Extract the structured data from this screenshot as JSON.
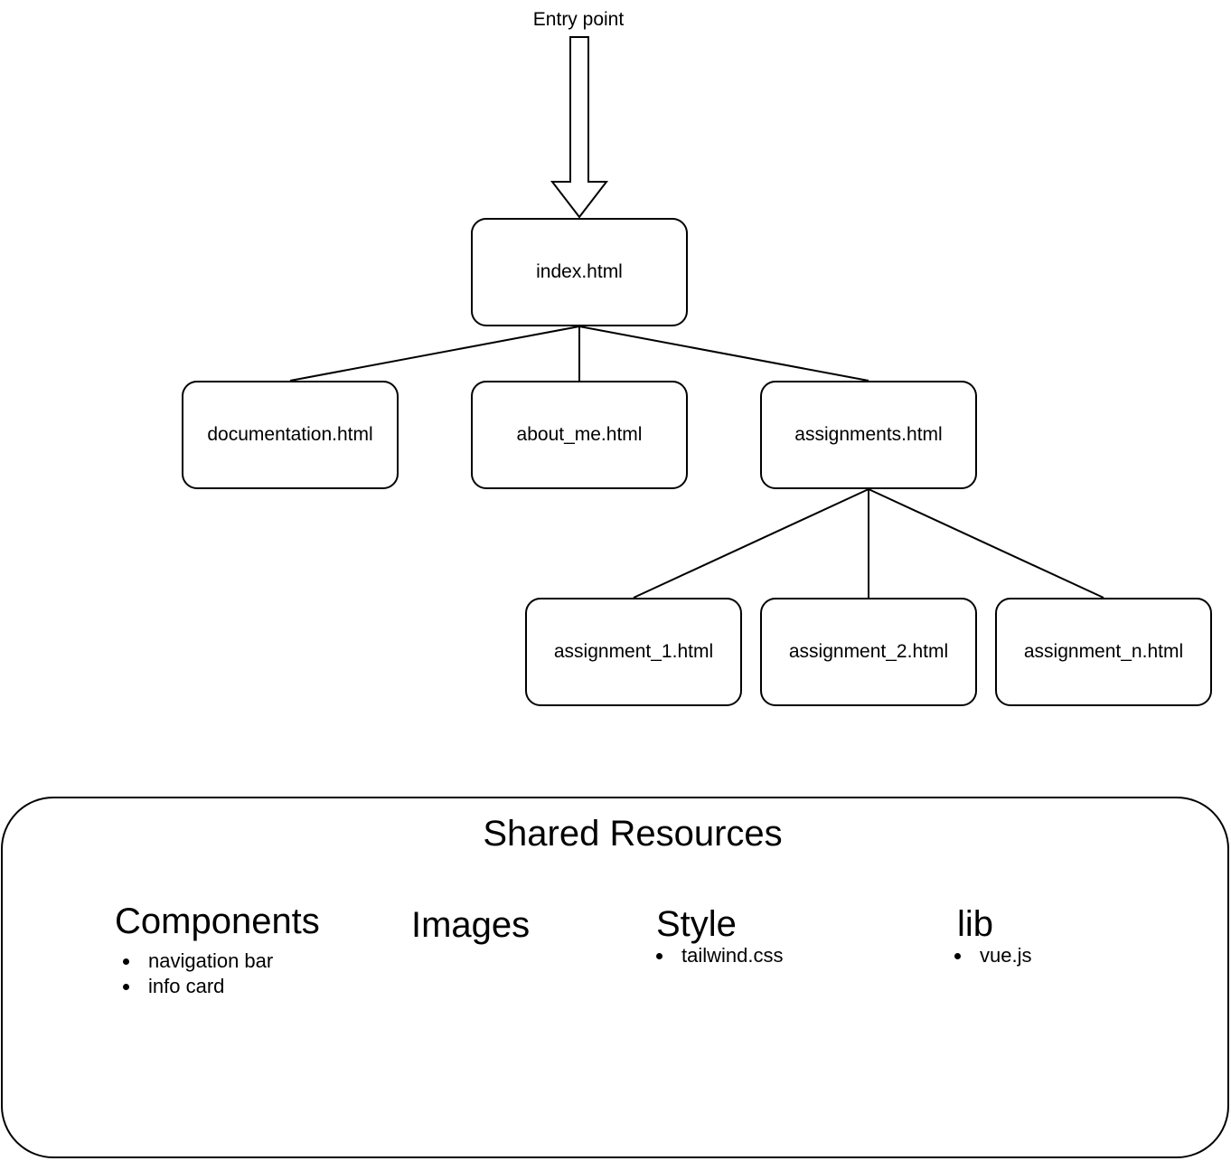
{
  "entry_label": "Entry point",
  "nodes": {
    "index": "index.html",
    "documentation": "documentation.html",
    "about_me": "about_me.html",
    "assignments": "assignments.html",
    "assignment_1": "assignment_1.html",
    "assignment_2": "assignment_2.html",
    "assignment_n": "assignment_n.html"
  },
  "shared": {
    "title": "Shared Resources",
    "groups": [
      {
        "heading": "Components",
        "items": [
          "navigation bar",
          "info card"
        ]
      },
      {
        "heading": "Images",
        "items": []
      },
      {
        "heading": "Style",
        "items": [
          "tailwind.css"
        ]
      },
      {
        "heading": "lib",
        "items": [
          "vue.js"
        ]
      }
    ]
  }
}
